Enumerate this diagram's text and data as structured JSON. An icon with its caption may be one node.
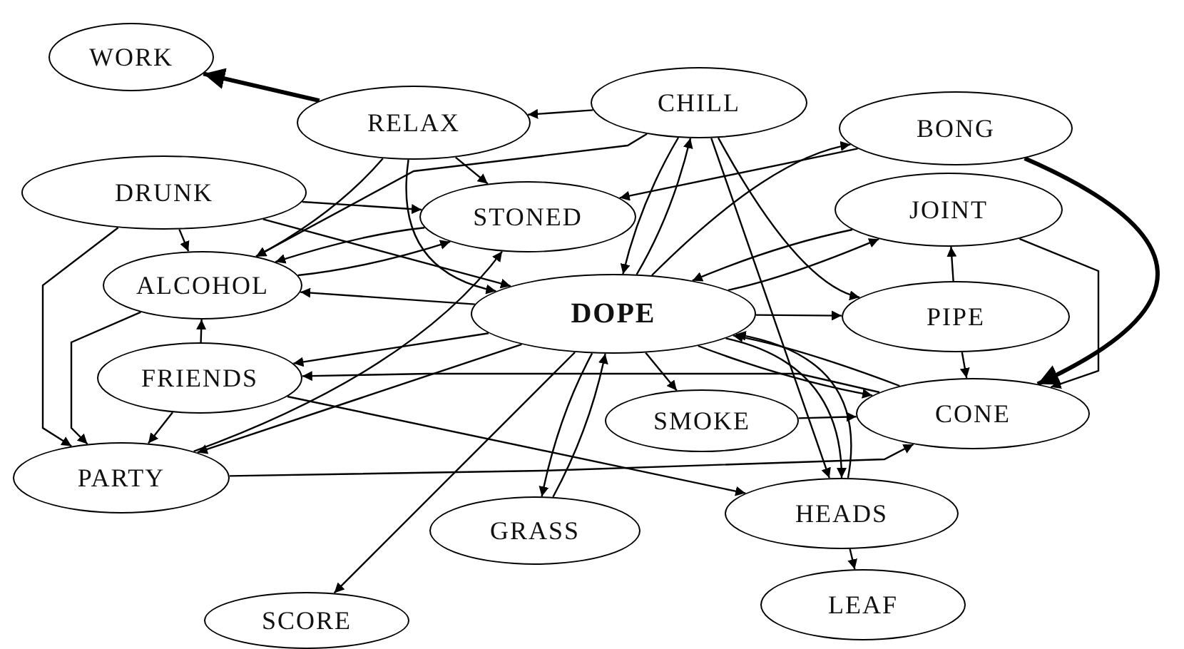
{
  "diagram": {
    "nodes": [
      {
        "text": [
          "WORK"
        ]
      },
      {
        "text": [
          "RELAX"
        ]
      },
      {
        "text": [
          "CHILL"
        ]
      },
      {
        "text": [
          "BONG"
        ]
      },
      {
        "text": [
          "DRUNK"
        ]
      },
      {
        "text": [
          "STONED"
        ]
      },
      {
        "text": [
          "JOINT"
        ]
      },
      {
        "text": [
          "ALCOHOL"
        ]
      },
      {
        "text": [
          "DOPE"
        ]
      },
      {
        "text": [
          "PIPE"
        ]
      },
      {
        "text": [
          "FRIENDS"
        ]
      },
      {
        "text": [
          "SMOKE"
        ]
      },
      {
        "text": [
          "CONE"
        ]
      },
      {
        "text": [
          "PARTY"
        ]
      },
      {
        "text": [
          "GRASS"
        ]
      },
      {
        "text": [
          "HEADS"
        ]
      },
      {
        "text": [
          "SCORE"
        ]
      },
      {
        "text": [
          "LEAF"
        ]
      }
    ],
    "edges": [
      {
        "from": 1,
        "to": 0,
        "arrow": "to",
        "style": "thick"
      },
      {
        "from": 2,
        "to": 1,
        "arrow": "to"
      },
      {
        "from": 3,
        "to": 12,
        "arrow": "to",
        "style": "thick"
      },
      {
        "from": 4,
        "to": 7,
        "arrow": "to"
      },
      {
        "from": 4,
        "to": 13,
        "arrow": "to"
      },
      {
        "from": 4,
        "to": 5,
        "arrow": "to"
      },
      {
        "from": 7,
        "to": 13,
        "arrow": "to"
      },
      {
        "from": 10,
        "to": 13,
        "arrow": "to"
      },
      {
        "from": 10,
        "to": 7,
        "arrow": "to"
      },
      {
        "from": 8,
        "to": 16,
        "arrow": "to"
      },
      {
        "from": 8,
        "to": 14,
        "arrow": "to"
      },
      {
        "from": 14,
        "to": 8,
        "arrow": "to"
      },
      {
        "from": 15,
        "to": 17,
        "arrow": "to"
      },
      {
        "from": 9,
        "to": 6,
        "arrow": "to"
      },
      {
        "from": 6,
        "to": 12,
        "arrow": "to"
      },
      {
        "from": 9,
        "to": 12,
        "arrow": "to"
      },
      {
        "from": 8,
        "to": 12,
        "arrow": "to"
      },
      {
        "from": 12,
        "to": 8,
        "arrow": "to"
      },
      {
        "from": 8,
        "to": 11,
        "arrow": "to"
      },
      {
        "from": 8,
        "to": 15,
        "arrow": "to"
      },
      {
        "from": 15,
        "to": 8,
        "arrow": "to"
      },
      {
        "from": 2,
        "to": 8,
        "arrow": "to"
      },
      {
        "from": 8,
        "to": 2,
        "arrow": "to"
      },
      {
        "from": 2,
        "to": 9,
        "arrow": "to"
      },
      {
        "from": 2,
        "to": 15,
        "arrow": "to"
      },
      {
        "from": 3,
        "to": 5,
        "arrow": "to"
      },
      {
        "from": 8,
        "to": 3,
        "arrow": "to"
      },
      {
        "from": 8,
        "to": 6,
        "arrow": "to"
      },
      {
        "from": 6,
        "to": 8,
        "arrow": "to"
      },
      {
        "from": 8,
        "to": 9,
        "arrow": "to"
      },
      {
        "from": 8,
        "to": 7,
        "arrow": "to"
      },
      {
        "from": 8,
        "to": 10,
        "arrow": "to"
      },
      {
        "from": 8,
        "to": 13,
        "arrow": "to"
      },
      {
        "from": 1,
        "to": 5,
        "arrow": "to"
      },
      {
        "from": 1,
        "to": 7,
        "arrow": "to"
      },
      {
        "from": 2,
        "to": 7,
        "arrow": "to"
      },
      {
        "from": 5,
        "to": 7,
        "arrow": "to"
      },
      {
        "from": 7,
        "to": 5,
        "arrow": "to"
      },
      {
        "from": 13,
        "to": 5,
        "arrow": "to"
      },
      {
        "from": 10,
        "to": 15,
        "arrow": "to"
      },
      {
        "from": 13,
        "to": 12,
        "arrow": "to"
      },
      {
        "from": 11,
        "to": 12,
        "arrow": "to"
      },
      {
        "from": 12,
        "to": 10,
        "arrow": "to"
      },
      {
        "from": 1,
        "to": 8,
        "arrow": "to"
      },
      {
        "from": 4,
        "to": 8,
        "arrow": "to"
      }
    ]
  }
}
